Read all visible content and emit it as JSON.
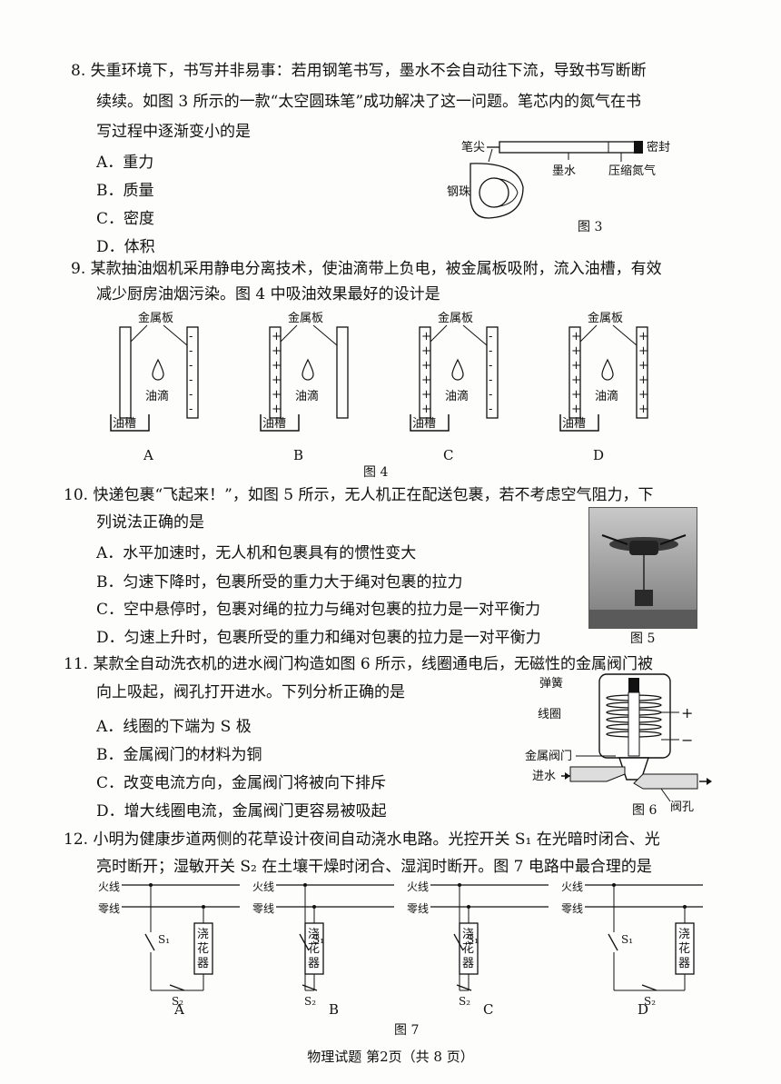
{
  "q8": {
    "line1": "8.  失重环境下，书写并非易事：若用钢笔书写，墨水不会自动往下流，导致书写断断",
    "line2": "续续。如图 3 所示的一款“太空圆珠笔”成功解决了这一问题。笔芯内的氮气在书",
    "line3": "写过程中逐渐变小的是",
    "options": [
      "A．重力",
      "B．质量",
      "C．密度",
      "D．体积"
    ],
    "figure": {
      "tip": "笔尖",
      "ink": "墨水",
      "gas": "压缩氮气",
      "seal": "密封",
      "ball": "钢珠",
      "caption": "图 3"
    }
  },
  "q9": {
    "line1": "9.  某款抽油烟机采用静电分离技术，使油滴带上负电，被金属板吸附，流入油槽，有效",
    "line2": "减少厨房油烟污染。图 4 中吸油效果最好的设计是",
    "plate": "金属板",
    "drop": "油滴",
    "trough": "油槽",
    "choices": [
      "A",
      "B",
      "C",
      "D"
    ],
    "caption": "图 4"
  },
  "q10": {
    "line1": "10.  快递包裹“飞起来！”，如图 5 所示，无人机正在配送包裹，若不考虑空气阻力，下",
    "line2": "列说法正确的是",
    "options": [
      "A．水平加速时，无人机和包裹具有的惯性变大",
      "B．匀速下降时，包裹所受的重力大于绳对包裹的拉力",
      "C．空中悬停时，包裹对绳的拉力与绳对包裹的拉力是一对平衡力",
      "D．匀速上升时，包裹所受的重力和绳对包裹的拉力是一对平衡力"
    ],
    "caption": "图 5"
  },
  "q11": {
    "line1": "11.  某款全自动洗衣机的进水阀门构造如图 6 所示，线圈通电后，无磁性的金属阀门被",
    "line2": "向上吸起，阀孔打开进水。下列分析正确的是",
    "options": [
      "A．线圈的下端为 S 极",
      "B．金属阀门的材料为铜",
      "C．改变电流方向，金属阀门将被向下排斥",
      "D．增大线圈电流，金属阀门更容易被吸起"
    ],
    "figure": {
      "spring": "弹簧",
      "coil": "线圈",
      "valve": "金属阀门",
      "inlet": "进水",
      "hole": "阀孔",
      "plus": "+",
      "minus": "−",
      "caption": "图 6"
    }
  },
  "q12": {
    "line1": "12.  小明为健康步道两侧的花草设计夜间自动浇水电路。光控开关 S₁ 在光暗时闭合、光",
    "line2": "亮时断开；湿敏开关 S₂ 在土壤干燥时闭合、湿润时断开。图 7 电路中最合理的是",
    "live": "火线",
    "neutral": "零线",
    "device": "浇花器",
    "s1": "S₁",
    "s2": "S₂",
    "choices": [
      "A",
      "B",
      "C",
      "D"
    ],
    "caption": "图 7"
  },
  "footer": "物理试题  第2页（共 8 页）"
}
